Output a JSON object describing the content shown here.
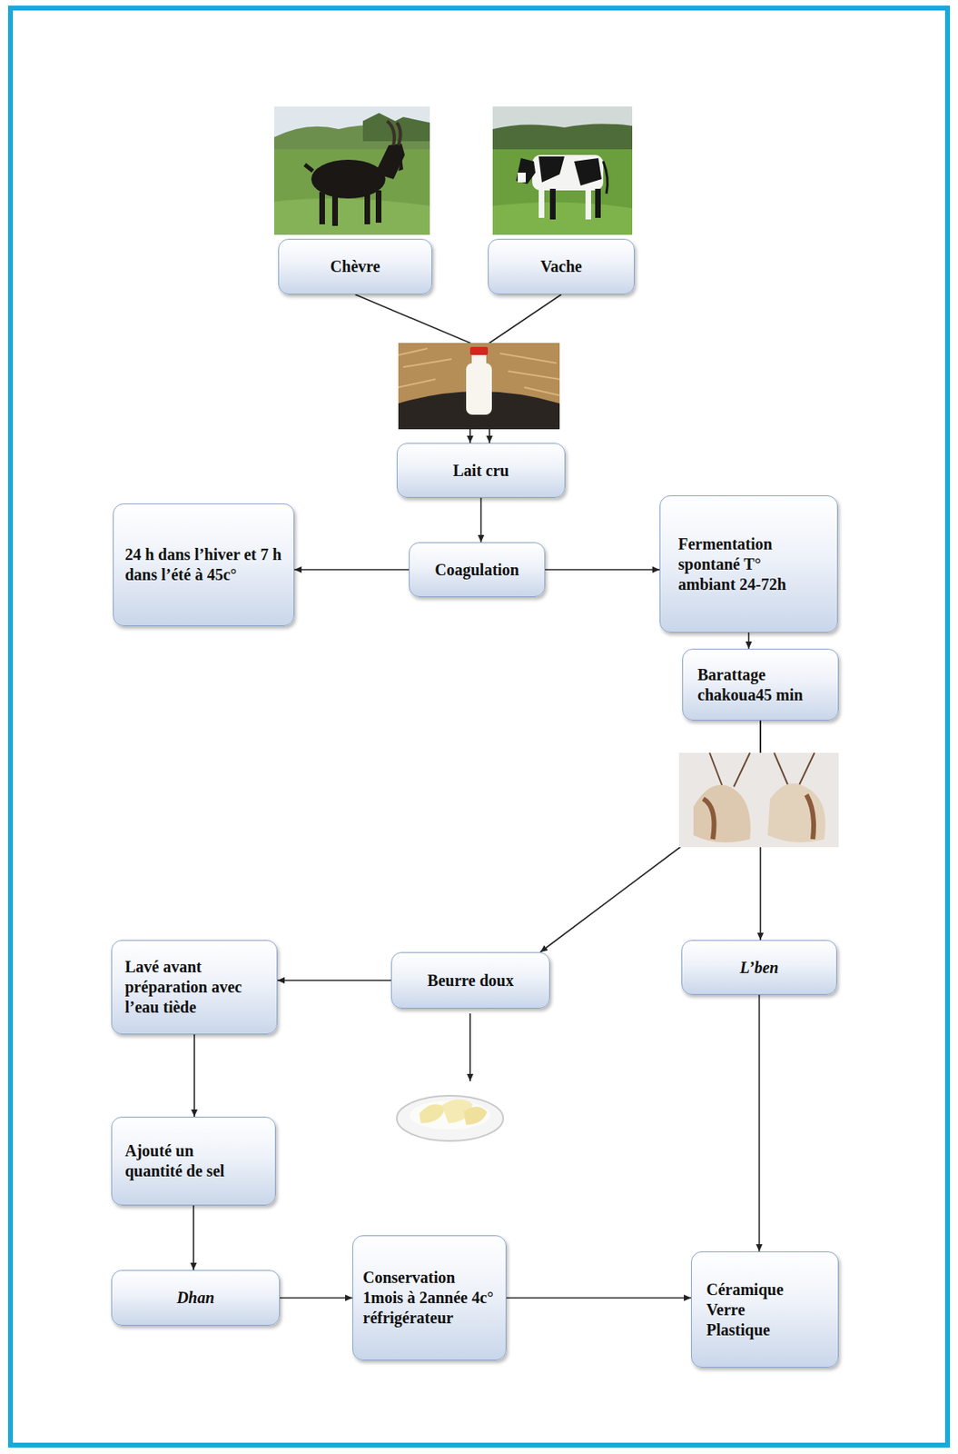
{
  "diagram": {
    "nodes": [
      {
        "text": [
          "Chèvre"
        ]
      },
      {
        "text": [
          "Vache"
        ]
      },
      {
        "text": [
          "Lait cru"
        ]
      },
      {
        "text": [
          "Coagulation"
        ]
      },
      {
        "text": [
          "24 h dans l’hiver et 7 h dans l’été à 45c°"
        ]
      },
      {
        "text": [
          "Fermentation spontané T° ambiant 24-72h"
        ]
      },
      {
        "text": [
          "Barattage chakoua45 min"
        ]
      },
      {
        "text": [
          "Lavé avant préparation avec l’eau tiède"
        ]
      },
      {
        "text": [
          "Beurre doux"
        ]
      },
      {
        "text": [
          "L’ben"
        ]
      },
      {
        "text": [
          "Ajouté un quantité de sel"
        ]
      },
      {
        "text": [
          "Dhan"
        ]
      },
      {
        "text": [
          "Conservation 1mois à 2année 4c° réfrigérateur"
        ]
      },
      {
        "text": [
          "Céramique Verre Plastique"
        ]
      }
    ],
    "edges": [
      {
        "from": 0,
        "to": 2,
        "arrow": "to"
      },
      {
        "from": 1,
        "to": 2,
        "arrow": "to"
      },
      {
        "from": 2,
        "to": 3,
        "arrow": "to"
      },
      {
        "from": 3,
        "to": 4,
        "arrow": "to"
      },
      {
        "from": 3,
        "to": 5,
        "arrow": "to"
      },
      {
        "from": 5,
        "to": 6,
        "arrow": "to"
      },
      {
        "from": 6,
        "to": 8,
        "arrow": "to"
      },
      {
        "from": 6,
        "to": 9,
        "arrow": "to"
      },
      {
        "from": 8,
        "to": 7,
        "arrow": "to"
      },
      {
        "from": 7,
        "to": 10,
        "arrow": "to"
      },
      {
        "from": 10,
        "to": 11,
        "arrow": "to"
      },
      {
        "from": 11,
        "to": 12,
        "arrow": "to"
      },
      {
        "from": 12,
        "to": 13,
        "arrow": "to"
      },
      {
        "from": 9,
        "to": 13,
        "arrow": "to"
      }
    ]
  }
}
